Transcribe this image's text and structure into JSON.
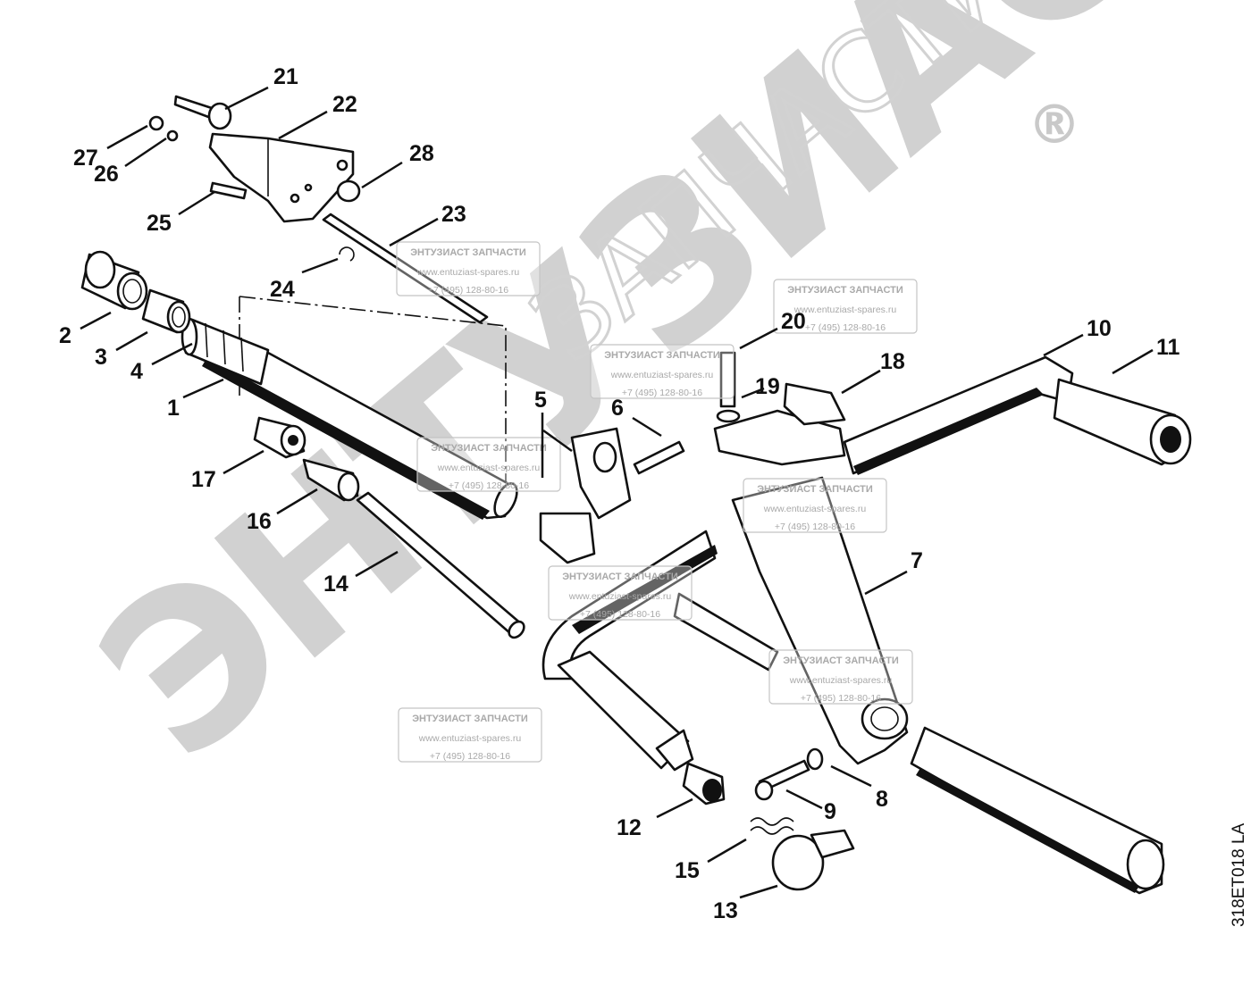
{
  "watermark": {
    "main_text": "ЭНТУЗИАСТ!",
    "secondary_text": "ЗАПЧАСТИ",
    "registered_mark": "®",
    "stamp": {
      "title": "ЭНТУЗИАСТ ЗАПЧАСТИ",
      "site": "www.entuziast-spares.ru",
      "phone": "+7 (495) 128-80-16"
    }
  },
  "drawing_reference": "318ET018 LA",
  "callouts": [
    {
      "id": "1",
      "label": "1"
    },
    {
      "id": "2",
      "label": "2"
    },
    {
      "id": "3",
      "label": "3"
    },
    {
      "id": "4",
      "label": "4"
    },
    {
      "id": "5",
      "label": "5"
    },
    {
      "id": "6",
      "label": "6"
    },
    {
      "id": "7",
      "label": "7"
    },
    {
      "id": "8",
      "label": "8"
    },
    {
      "id": "9",
      "label": "9"
    },
    {
      "id": "10",
      "label": "10"
    },
    {
      "id": "11",
      "label": "11"
    },
    {
      "id": "12",
      "label": "12"
    },
    {
      "id": "13",
      "label": "13"
    },
    {
      "id": "14",
      "label": "14"
    },
    {
      "id": "15",
      "label": "15"
    },
    {
      "id": "16",
      "label": "16"
    },
    {
      "id": "17",
      "label": "17"
    },
    {
      "id": "18",
      "label": "18"
    },
    {
      "id": "19",
      "label": "19"
    },
    {
      "id": "20",
      "label": "20"
    },
    {
      "id": "21",
      "label": "21"
    },
    {
      "id": "22",
      "label": "22"
    },
    {
      "id": "23",
      "label": "23"
    },
    {
      "id": "24",
      "label": "24"
    },
    {
      "id": "25",
      "label": "25"
    },
    {
      "id": "26",
      "label": "26"
    },
    {
      "id": "27",
      "label": "27"
    },
    {
      "id": "28",
      "label": "28"
    }
  ]
}
